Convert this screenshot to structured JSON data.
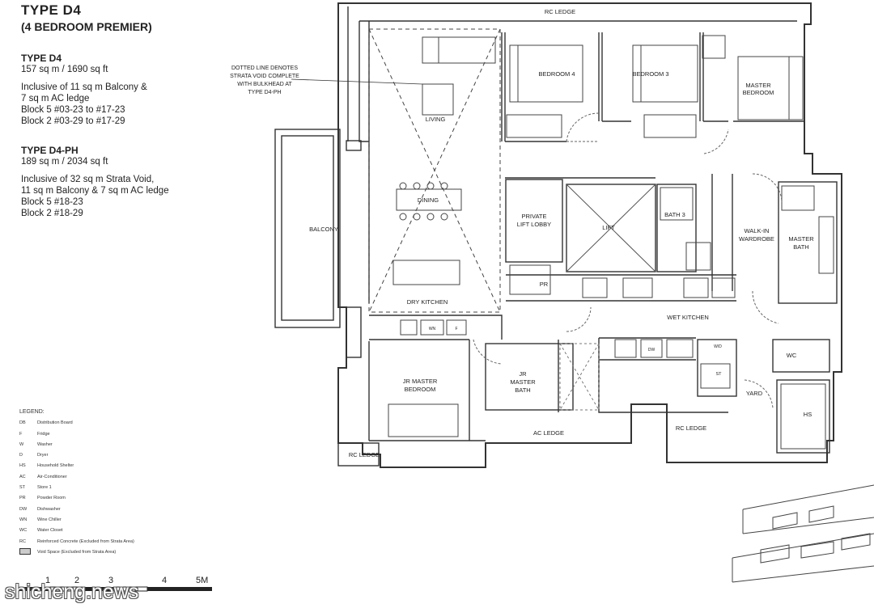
{
  "header": {
    "title": "TYPE  D4",
    "subtitle": "(4 BEDROOM PREMIER)"
  },
  "types": [
    {
      "name": "TYPE D4",
      "area": "157 sq m / 1690 sq ft",
      "details": [
        "Inclusive of 11 sq m Balcony &",
        "7 sq m AC ledge",
        "Block 5 #03-23 to #17-23",
        "Block 2 #03-29 to #17-29"
      ]
    },
    {
      "name": "TYPE D4-PH",
      "area": "189 sq m / 2034 sq ft",
      "details": [
        "Inclusive of 32 sq m Strata Void,",
        "11 sq m Balcony & 7 sq m AC ledge",
        "Block 5 #18-23",
        "Block 2 #18-29"
      ]
    }
  ],
  "note": [
    "DOTTED LINE DENOTES",
    "STRATA VOID COMPLETE",
    "WITH BULKHEAD AT",
    "TYPE D4-PH"
  ],
  "rooms": {
    "rc_ledge_top": "RC LEDGE",
    "bedroom4": "BEDROOM 4",
    "bedroom3": "BEDROOM 3",
    "master_bedroom": [
      "MASTER",
      "BEDROOM"
    ],
    "living": "LIVING",
    "dining": "DINING",
    "balcony": "BALCONY",
    "dry_kitchen": "DRY KITCHEN",
    "private_lift_lobby": [
      "PRIVATE",
      "LIFT LOBBY"
    ],
    "lift": "LIFT",
    "bath3": "BATH 3",
    "walk_in_wardrobe": [
      "WALK-IN",
      "WARDROBE"
    ],
    "master_bath": [
      "MASTER",
      "BATH"
    ],
    "pr": "PR",
    "wet_kitchen": "WET KITCHEN",
    "jr_master_bedroom": [
      "JR MASTER",
      "BEDROOM"
    ],
    "jr_master_bath": [
      "JR",
      "MASTER",
      "BATH"
    ],
    "ac_ledge": "AC LEDGE",
    "rc_ledge_mid": "RC LEDGE",
    "rc_ledge_left": "RC LEDGE",
    "yard": "YARD",
    "hs": "HS",
    "wc": "WC",
    "st": "ST",
    "wn": "WN",
    "f": "F",
    "dw": "DW",
    "wd": "W/D"
  },
  "legend": {
    "title": "LEGEND:",
    "items": [
      {
        "code": "DB",
        "label": "Distribution Board"
      },
      {
        "code": "F",
        "label": "Fridge"
      },
      {
        "code": "W",
        "label": "Washer"
      },
      {
        "code": "D",
        "label": "Dryer"
      },
      {
        "code": "HS",
        "label": "Household Shelter"
      },
      {
        "code": "AC",
        "label": "Air-Conditioner"
      },
      {
        "code": "ST",
        "label": "Store 1"
      },
      {
        "code": "PR",
        "label": "Powder Room"
      },
      {
        "code": "DW",
        "label": "Dishwasher"
      },
      {
        "code": "WN",
        "label": "Wine Chiller"
      },
      {
        "code": "WC",
        "label": "Water Closet"
      },
      {
        "code": "RC",
        "label": "Reinforced Concrete (Excluded from Strata Area)"
      },
      {
        "code": "",
        "label": "Void Space (Excluded from Strata Area)"
      }
    ]
  },
  "scale": {
    "labels": [
      "1",
      "2",
      "3",
      "4",
      "5M"
    ]
  },
  "watermark": "shicheng.news"
}
